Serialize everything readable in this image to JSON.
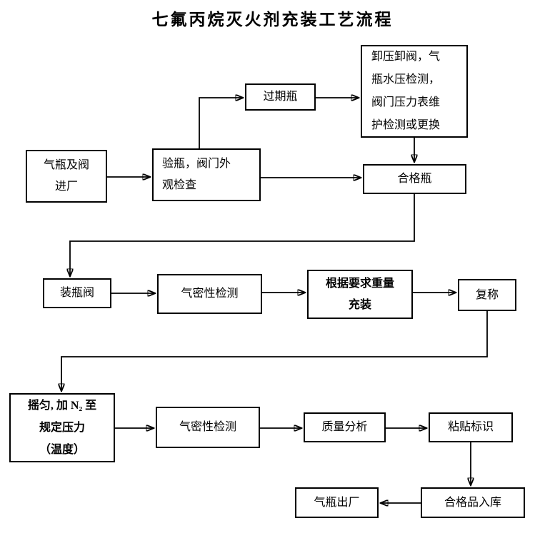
{
  "title": "七氟丙烷灭火剂充装工艺流程",
  "colors": {
    "line": "#000000",
    "background": "#ffffff",
    "text": "#000000"
  },
  "nodes": {
    "intake": {
      "label": "气瓶及阀\n进厂"
    },
    "inspect": {
      "label": "验瓶，阀门外\n观检查"
    },
    "expired": {
      "label": "过期瓶"
    },
    "maintenance": {
      "label": "卸压卸阀，气\n瓶水压检测，\n阀门压力表维\n护检测或更换"
    },
    "qualified": {
      "label": "合格瓶"
    },
    "install_valve": {
      "label": "装瓶阀"
    },
    "leak_test_1": {
      "label": "气密性检测"
    },
    "fill": {
      "label": "根据要求重量\n充装"
    },
    "reweigh": {
      "label": "复称"
    },
    "shake": {
      "label": "摇匀, 加 N₂ 至\n规定压力\n（温度）"
    },
    "leak_test_2": {
      "label": "气密性检测"
    },
    "quality": {
      "label": "质量分析"
    },
    "labeling": {
      "label": "粘贴标识"
    },
    "warehouse": {
      "label": "合格品入库"
    },
    "shipment": {
      "label": "气瓶出厂"
    }
  }
}
